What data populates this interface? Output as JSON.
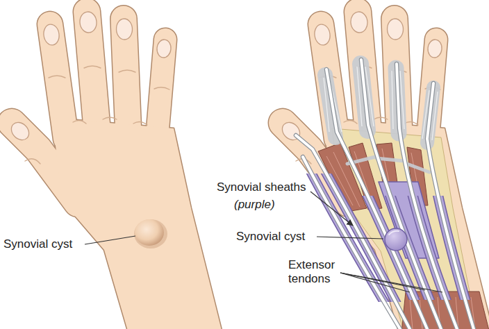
{
  "diagram": {
    "labels": [
      "Synovial cyst",
      "Synovial sheaths",
      "(purple)",
      "Synovial cyst",
      "Extensor tendons"
    ]
  }
}
